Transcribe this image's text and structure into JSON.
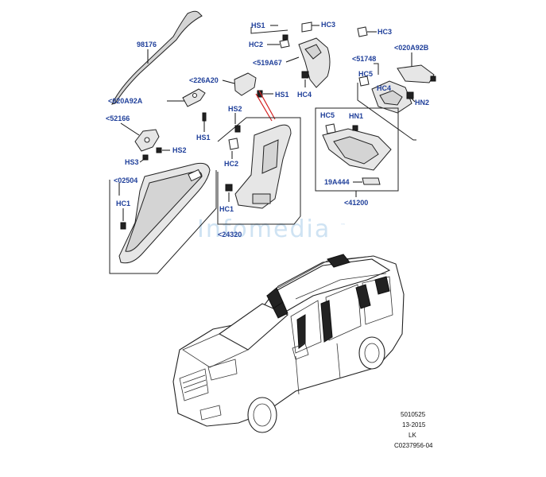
{
  "labels": {
    "p98176": "98176",
    "p226A20": "<226A20",
    "p020A92A": "<020A92A",
    "p52166": "<52166",
    "hs3": "HS3",
    "hs2_left": "HS2",
    "hs1_left": "HS1",
    "p02504": "<02504",
    "hc1_left": "HC1",
    "hs1_top": "HS1",
    "hc3_top": "HC3",
    "hc2_top": "HC2",
    "p519A67": "<519A67",
    "hc4_top": "HC4",
    "hs1_mid": "HS1",
    "hs2_mid": "HS2",
    "hc2_mid": "HC2",
    "hc1_mid": "HC1",
    "p24320": "<24320",
    "hc3_right": "HC3",
    "p020A92B": "<020A92B",
    "p51748": "<51748",
    "hc5_right": "HC5",
    "hc4_right": "HC4",
    "hn2": "HN2",
    "hc5_box": "HC5",
    "hn1": "HN1",
    "p19A444": "19A444",
    "p41200": "<41200"
  },
  "watermark": "Infomedia",
  "watermark_tm": "™",
  "footer": {
    "code": "5010525",
    "date": "13-2015",
    "region": "LK",
    "ref": "C0237956-04"
  },
  "colors": {
    "label": "#1f3f9a",
    "line": "#111111",
    "pointer": "#d42020",
    "watermark": "#cfe3f3"
  }
}
